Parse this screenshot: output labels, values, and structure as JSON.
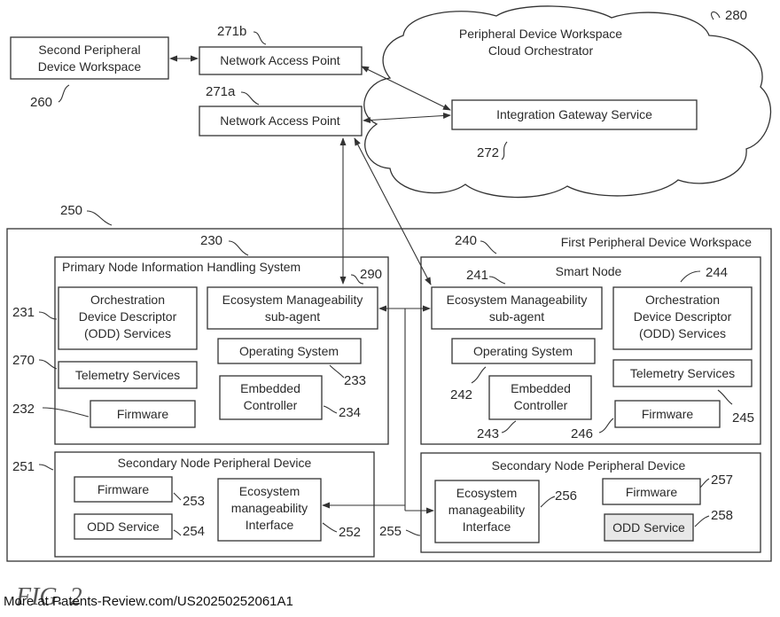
{
  "nodes": {
    "second_workspace": {
      "lines": [
        "Second Peripheral",
        "Device Workspace"
      ],
      "ref": "260"
    },
    "nap_b": {
      "label": "Network Access Point",
      "ref": "271b"
    },
    "nap_a": {
      "label": "Network Access Point",
      "ref": "271a"
    },
    "cloud": {
      "lines": [
        "Peripheral Device Workspace",
        "Cloud Orchestrator"
      ],
      "ref": "280"
    },
    "gateway": {
      "label": "Integration Gateway Service",
      "ref": "272"
    },
    "first_workspace": {
      "label": "First Peripheral Device Workspace",
      "ref": "250"
    },
    "primary": {
      "label": "Primary Node Information Handling System",
      "ref": "230"
    },
    "odd_left": {
      "lines": [
        "Orchestration",
        "Device Descriptor",
        "(ODD) Services"
      ],
      "ref": "231"
    },
    "ems_left": {
      "lines": [
        "Ecosystem Manageability",
        "sub-agent"
      ],
      "ref": "290"
    },
    "os_left": {
      "label": "Operating System",
      "ref": "233"
    },
    "telemetry_left": {
      "label": "Telemetry Services",
      "ref": "270"
    },
    "ec_left": {
      "lines": [
        "Embedded",
        "Controller"
      ],
      "ref": "234"
    },
    "fw_left": {
      "label": "Firmware",
      "ref": "232"
    },
    "smart": {
      "label": "Smart Node",
      "ref": "240"
    },
    "ems_right": {
      "lines": [
        "Ecosystem Manageability",
        "sub-agent"
      ],
      "ref": "241"
    },
    "odd_right": {
      "lines": [
        "Orchestration",
        "Device Descriptor",
        "(ODD) Services"
      ],
      "ref": "244"
    },
    "os_right": {
      "label": "Operating System",
      "ref": "242"
    },
    "telemetry_right": {
      "label": "Telemetry Services",
      "ref": "245"
    },
    "ec_right": {
      "lines": [
        "Embedded",
        "Controller"
      ],
      "ref": "243"
    },
    "fw_right": {
      "label": "Firmware",
      "ref": "246"
    },
    "sec_left": {
      "label": "Secondary Node Peripheral Device",
      "ref": "251"
    },
    "sec_fw_left": {
      "label": "Firmware",
      "ref": "253"
    },
    "sec_odd_left": {
      "label": "ODD Service",
      "ref": "254"
    },
    "emi_left": {
      "lines": [
        "Ecosystem",
        "manageability",
        "Interface"
      ],
      "ref": "252"
    },
    "sec_right": {
      "label": "Secondary Node Peripheral Device",
      "ref": "255"
    },
    "emi_right": {
      "lines": [
        "Ecosystem",
        "manageability",
        "Interface"
      ],
      "ref": "256"
    },
    "sec_fw_right": {
      "label": "Firmware",
      "ref": "257"
    },
    "sec_odd_right": {
      "label": "ODD Service",
      "ref": "258"
    }
  },
  "figure_label": "FIG. 2",
  "footer": "More at Patents-Review.com/US20250252061A1",
  "colors": {
    "line": "#333333",
    "text": "#2a2a2a",
    "highlight": "#e8e8e8"
  }
}
